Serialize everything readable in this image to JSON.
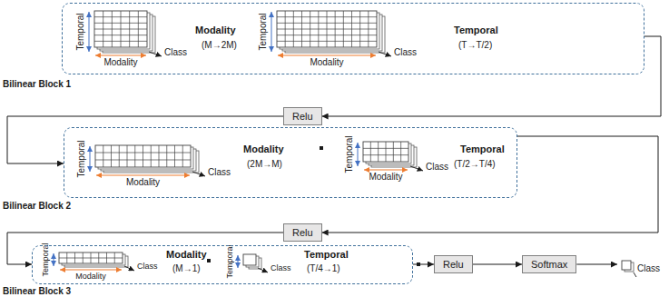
{
  "diagram": {
    "nodes": [
      {
        "text": [
          "Bilinear Block 1"
        ]
      },
      {
        "text": [
          "Relu"
        ]
      },
      {
        "text": [
          "Bilinear Block 2"
        ]
      },
      {
        "text": [
          "Relu"
        ]
      },
      {
        "text": [
          "Bilinear Block 3"
        ]
      },
      {
        "text": [
          "Relu"
        ]
      },
      {
        "text": [
          "Softmax"
        ]
      },
      {
        "text": [
          "Class"
        ]
      }
    ],
    "edges": [
      {
        "from": 0,
        "to": 1,
        "arrow": "to"
      },
      {
        "from": 1,
        "to": 2,
        "arrow": "to"
      },
      {
        "from": 2,
        "to": 3,
        "arrow": "to"
      },
      {
        "from": 3,
        "to": 4,
        "arrow": "to"
      },
      {
        "from": 4,
        "to": 5,
        "arrow": "to"
      },
      {
        "from": 5,
        "to": 6,
        "arrow": "to"
      },
      {
        "from": 6,
        "to": 7,
        "arrow": "to"
      }
    ],
    "labels": [
      "Temporal",
      "Modality",
      "Class",
      "Modality",
      "(M→2M)",
      "Temporal",
      "Modality",
      "Class",
      "Temporal",
      "(T→T/2)",
      "Temporal",
      "Modality",
      "Class",
      "Modality",
      "(2M→M)",
      "Temporal",
      "Modality",
      "Class",
      "Temporal",
      "(T/2→T/4)",
      "Temporal",
      "Modality",
      "Class",
      "Modality",
      "(M→1)",
      "Temporal",
      "Class",
      "Temporal",
      "(T/4→1)"
    ]
  }
}
